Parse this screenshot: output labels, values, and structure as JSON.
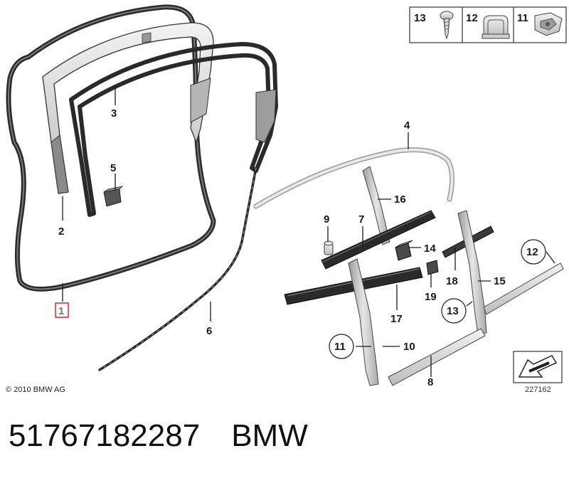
{
  "diagram": {
    "callouts": {
      "c1": "1",
      "c2": "2",
      "c3": "3",
      "c4": "4",
      "c5": "5",
      "c6": "6",
      "c7": "7",
      "c8": "8",
      "c9": "9",
      "c10": "10",
      "c11": "11",
      "c12": "12",
      "c13": "13",
      "c14": "14",
      "c15": "15",
      "c16": "16",
      "c17": "17",
      "c18": "18",
      "c19": "19"
    },
    "legend": {
      "l13": "13",
      "l12": "12",
      "l11": "11"
    },
    "highlight_color": "#d9262b"
  },
  "copyright": "© 2010 BMW AG",
  "diagram_number": "227162",
  "footer": {
    "part_number": "51767182287",
    "brand": "BMW"
  }
}
